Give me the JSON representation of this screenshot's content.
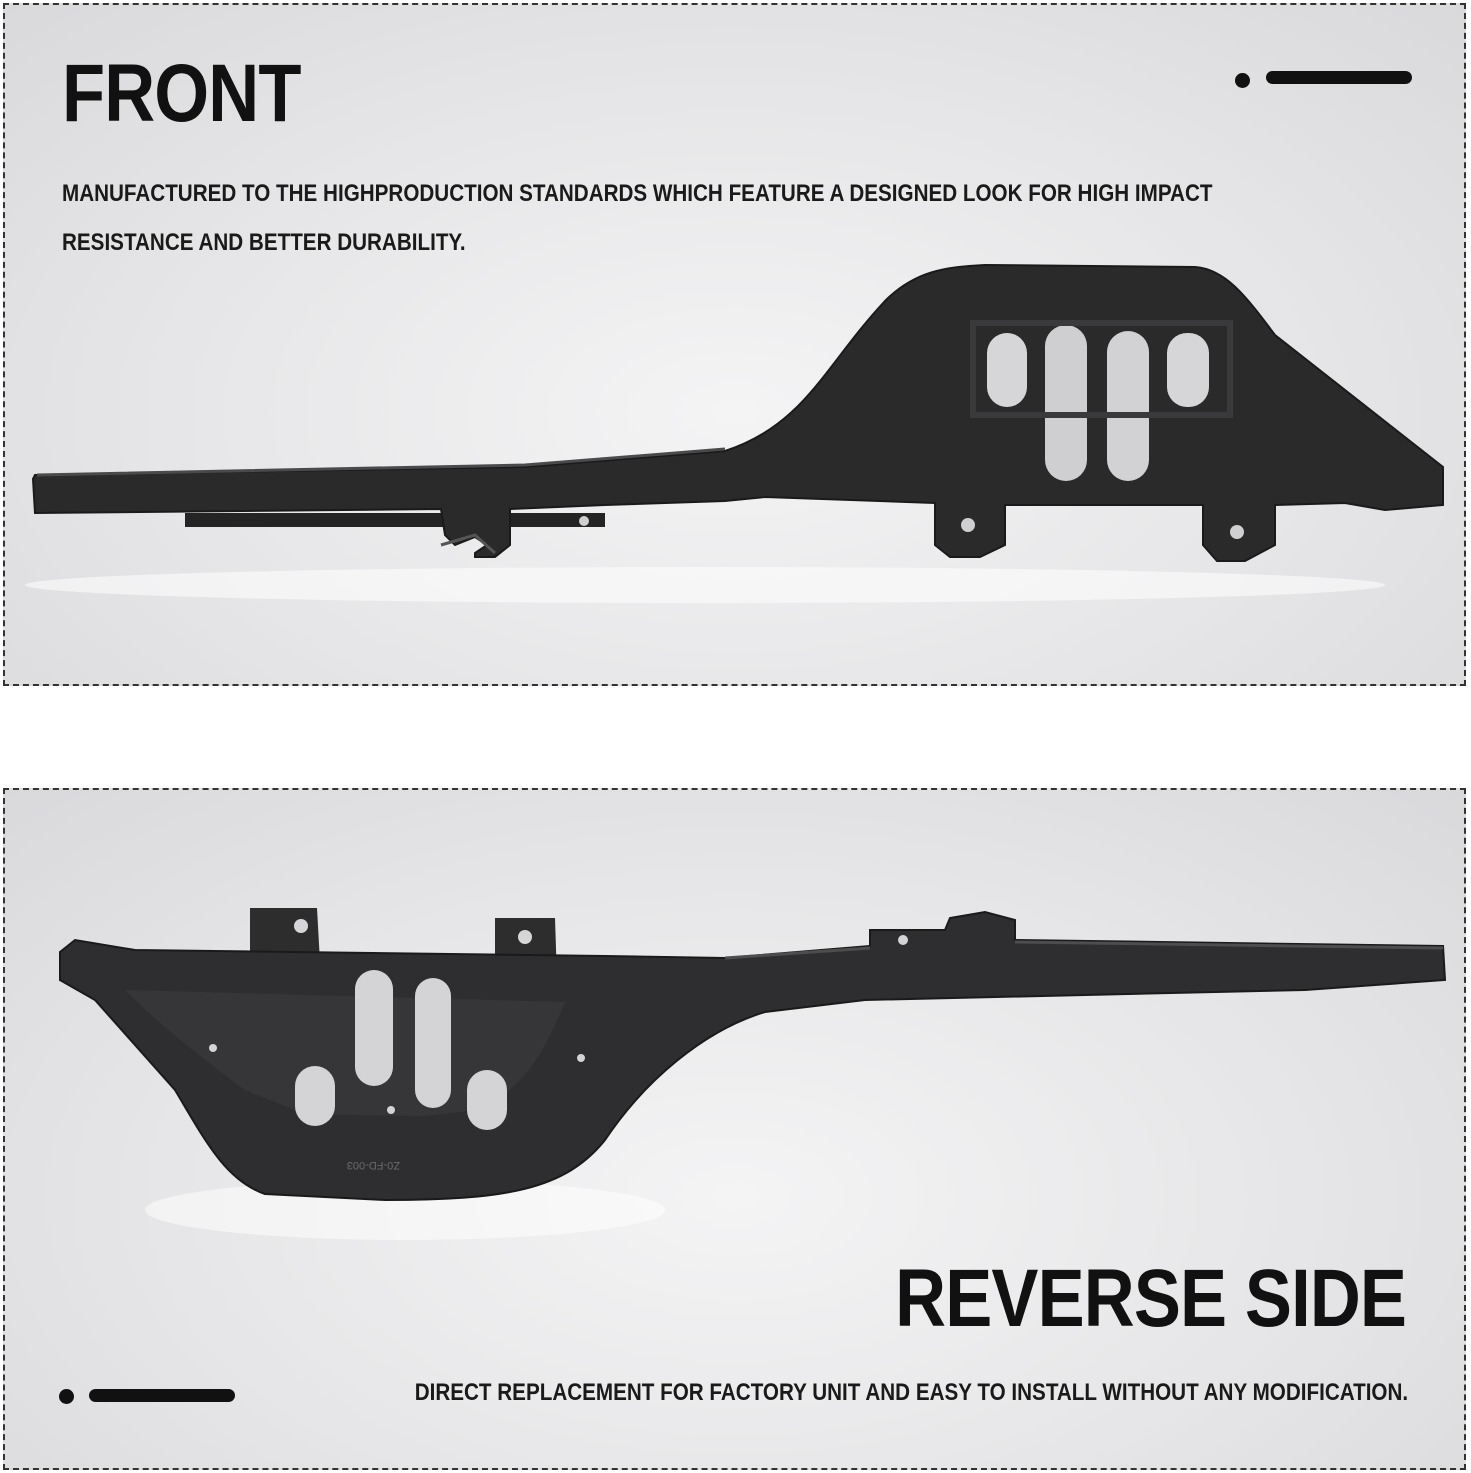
{
  "front": {
    "title": "FRONT",
    "description_line1": "MANUFACTURED TO THE HIGHPRODUCTION STANDARDS WHICH FEATURE A DESIGNED LOOK FOR HIGH IMPACT",
    "description_line2": "RESISTANCE AND BETTER DURABILITY."
  },
  "reverse": {
    "title": "REVERSE SIDE",
    "description": "DIRECT REPLACEMENT FOR FACTORY UNIT AND EASY TO INSTALL WITHOUT ANY MODIFICATION.",
    "part_marking": "Z0-FD-003"
  },
  "colors": {
    "part": "#2a2a2b",
    "accent": "#111111",
    "background": "#e6e6e8"
  }
}
